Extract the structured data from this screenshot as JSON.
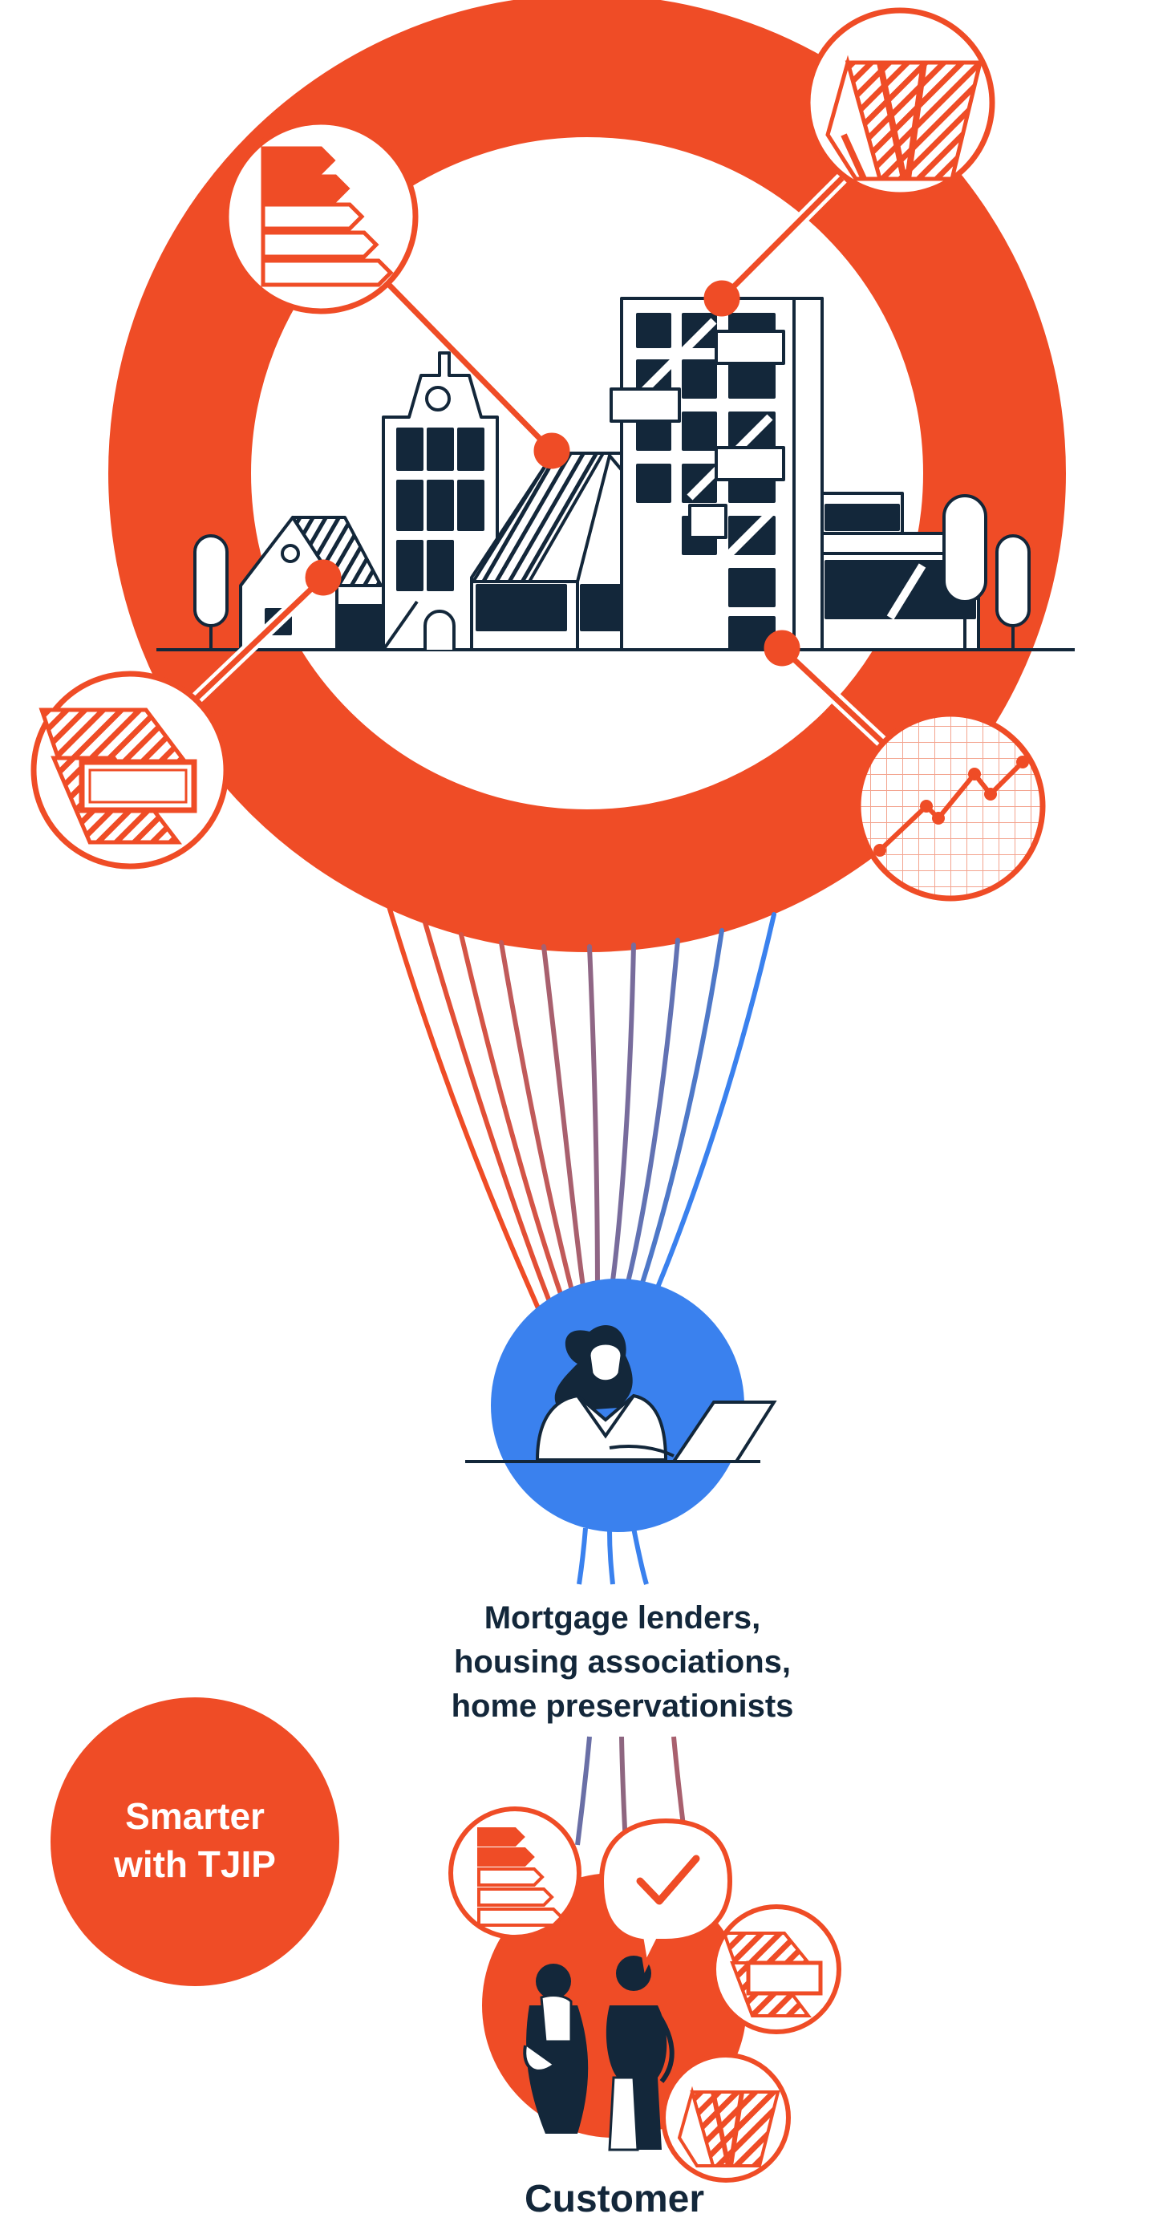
{
  "colors": {
    "orange": "#ef4c26",
    "navy": "#13273a",
    "blue": "#3a81ee",
    "white": "#ffffff"
  },
  "intermediary": {
    "lines": [
      "Mortgage lenders,",
      "housing associations,",
      "home preservationists"
    ]
  },
  "badge": {
    "lines": [
      "Smarter",
      "with TJIP"
    ]
  },
  "customer": {
    "label": "Customer"
  },
  "icons": {
    "energy_label": "energy-label-icon",
    "solar_panel": "solar-panel-icon",
    "insulation": "insulation-icon",
    "growth_chart": "growth-chart-icon",
    "checkmark": "checkmark-icon",
    "person_laptop": "person-laptop-icon",
    "customers": "customers-icon",
    "buildings": "buildings-icon"
  }
}
